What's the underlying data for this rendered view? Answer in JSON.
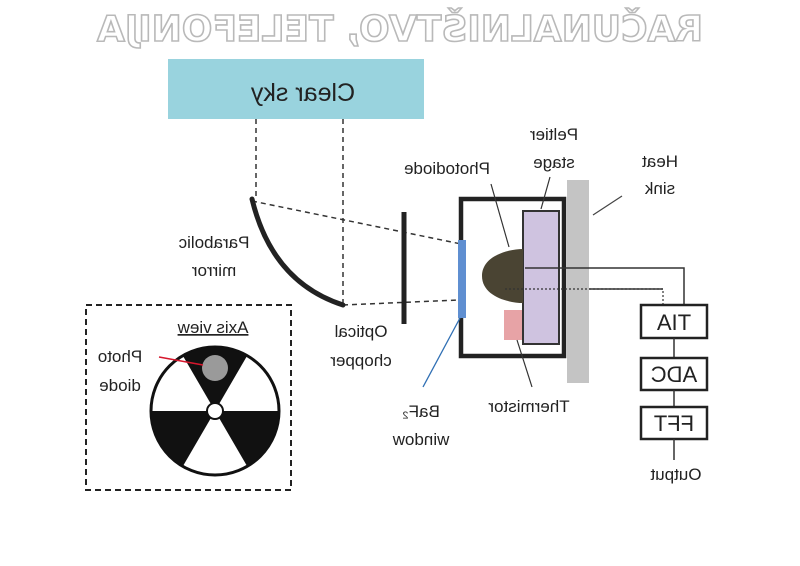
{
  "watermark": "RAČUNALNIŠTVO, TELEFONIJA",
  "labels": {
    "clear_sky": "Clear sky",
    "parabolic_mirror_1": "Parabolic",
    "parabolic_mirror_2": "mirror",
    "optical_chopper_1": "Optical",
    "optical_chopper_2": "chopper",
    "photodiode": "Photodiode",
    "peltier_1": "Peltier",
    "peltier_2": "stage",
    "heat_sink_1": "Heat",
    "heat_sink_2": "sink",
    "thermistor": "Thermistor",
    "baf2_1": "BaF₂",
    "baf2_2": "window",
    "tia": "TIA",
    "adc": "ADC",
    "fft": "FFT",
    "output": "Output",
    "axis_view": "Axis view",
    "photo_diode_1": "Photo",
    "photo_diode_2": "diode"
  },
  "colors": {
    "clear_sky_fill": "#99d3de",
    "peltier_fill": "#cfc3e0",
    "heat_sink_fill": "#c4c4c4",
    "photodiode_fill": "#4a4433",
    "thermistor_fill": "#e7a3a6",
    "window_fill": "#5f8fd1",
    "baf2_leader": "#2f6fb4",
    "axis_photodiode_fill": "#9a9a9a",
    "axis_leader": "#d6172d"
  }
}
